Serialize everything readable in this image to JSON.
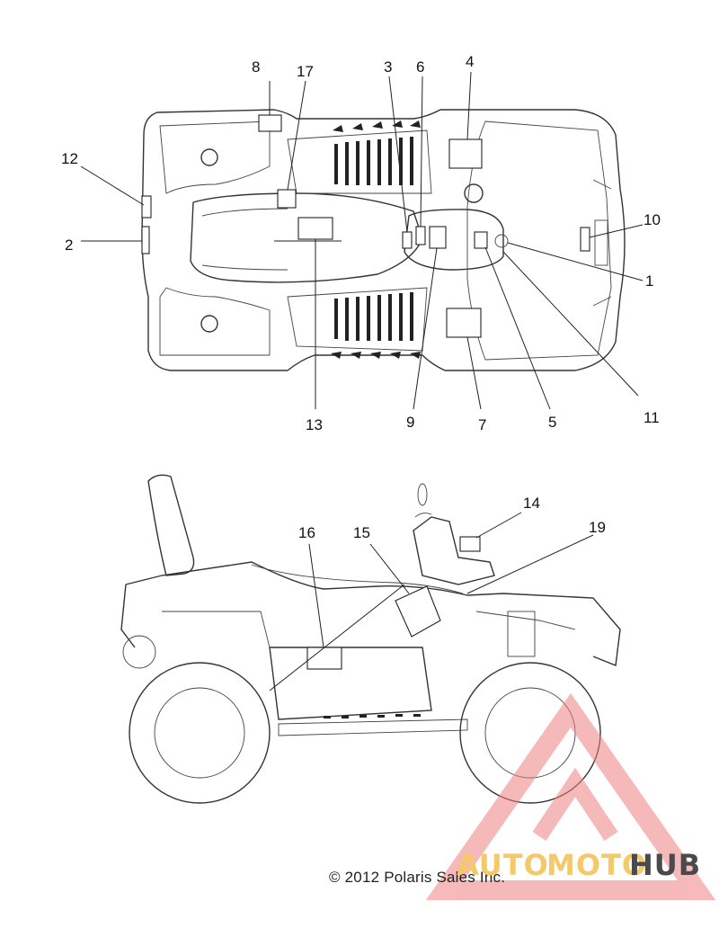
{
  "callouts": {
    "c1": "1",
    "c2": "2",
    "c3": "3",
    "c4": "4",
    "c5": "5",
    "c6": "6",
    "c7": "7",
    "c8": "8",
    "c9": "9",
    "c10": "10",
    "c11": "11",
    "c12": "12",
    "c13": "13",
    "c14": "14",
    "c15": "15",
    "c16": "16",
    "c17": "17",
    "c19": "19"
  },
  "copyright": "© 2012 Polaris Sales Inc.",
  "watermark": {
    "part1": "AUTO",
    "part2": "MOTO",
    "part3": "HUB",
    "triangle_color": "#f08080",
    "accent_color": "#f4c96a",
    "dark_color": "#4a4a4a"
  },
  "views": [
    "top-view",
    "side-view"
  ]
}
